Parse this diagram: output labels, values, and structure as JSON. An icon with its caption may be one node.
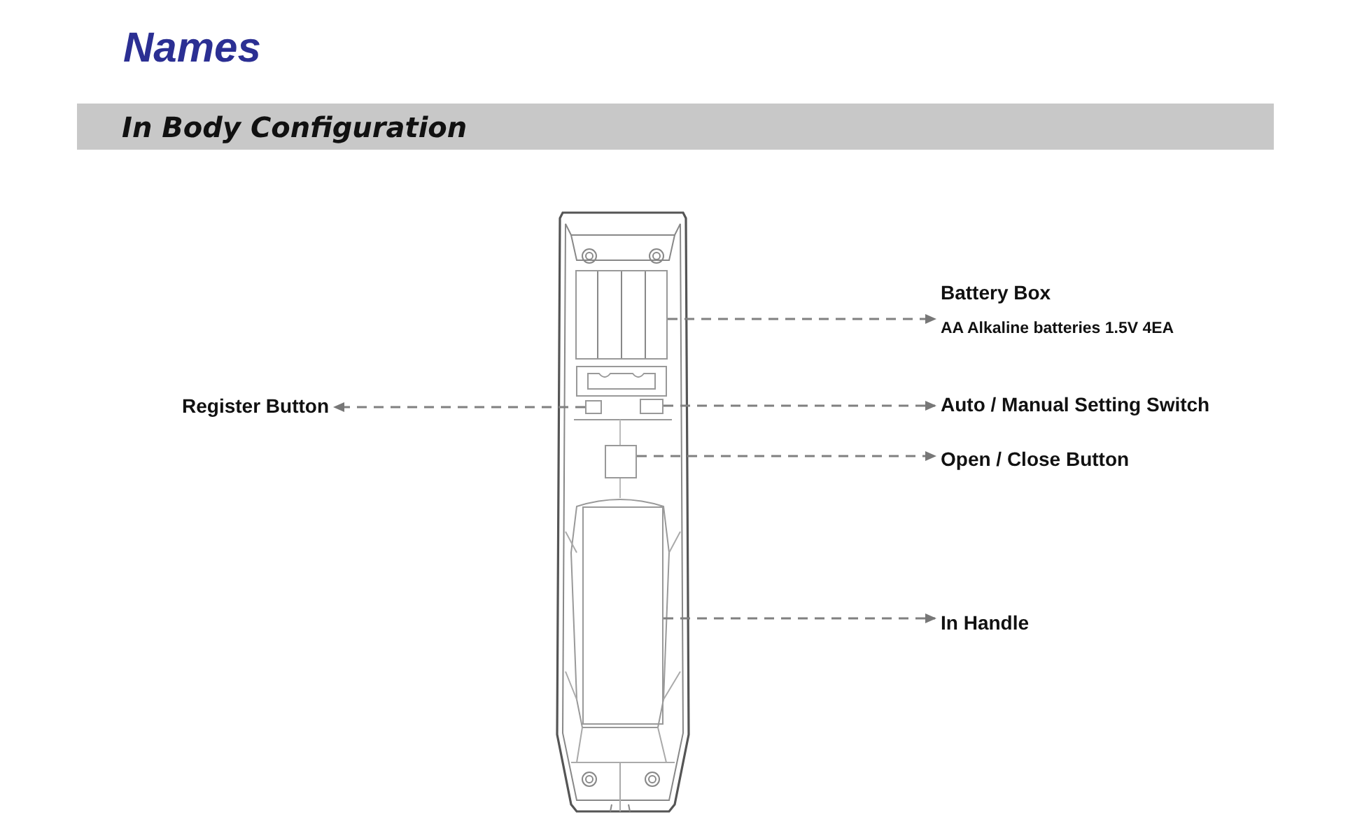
{
  "diagram": {
    "title": "Names",
    "nodes": [
      {
        "text": [
          "In Body Configuration"
        ]
      },
      {
        "text": [
          "Battery Box",
          "AA Alkaline batteries 1.5V 4EA"
        ]
      },
      {
        "text": [
          "Register Button"
        ]
      },
      {
        "text": [
          "Auto / Manual Setting Switch"
        ]
      },
      {
        "text": [
          "Open / Close Button"
        ]
      },
      {
        "text": [
          "In Handle"
        ]
      },
      {
        "text": [],
        "shape": "box"
      },
      {
        "text": [],
        "shape": "box"
      },
      {
        "text": [],
        "shape": "box"
      },
      {
        "text": [],
        "shape": "box"
      },
      {
        "text": [],
        "shape": "box"
      }
    ],
    "edges": [
      {
        "from": 6,
        "to": 1,
        "arrow": "to",
        "style": "dashed"
      },
      {
        "from": 7,
        "to": 2,
        "arrow": "to",
        "style": "dashed"
      },
      {
        "from": 8,
        "to": 3,
        "arrow": "to",
        "style": "dashed"
      },
      {
        "from": 9,
        "to": 4,
        "arrow": "to",
        "style": "dashed"
      },
      {
        "from": 10,
        "to": 5,
        "arrow": "to",
        "style": "dashed"
      }
    ]
  }
}
